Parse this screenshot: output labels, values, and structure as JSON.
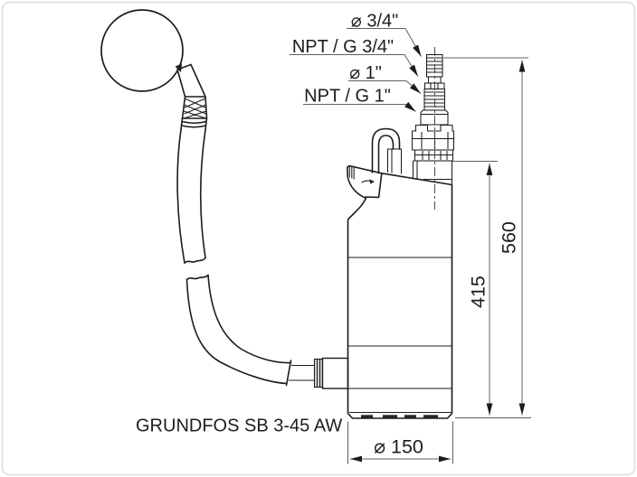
{
  "drawing": {
    "model_label": "GRUNDFOS SB 3-45 AW",
    "connection_labels": {
      "diameter_3_4": "⌀ 3/4\"",
      "thread_3_4": "NPT / G 3/4\"",
      "diameter_1": "⌀ 1\"",
      "thread_1": "NPT / G 1\""
    },
    "dimensions": {
      "overall_height": "560",
      "height_to_discharge": "415",
      "base_diameter": "⌀ 150"
    },
    "colors": {
      "line": "#1c1c1c",
      "dimension_line": "#5f5f5f",
      "background": "#ffffff"
    }
  }
}
